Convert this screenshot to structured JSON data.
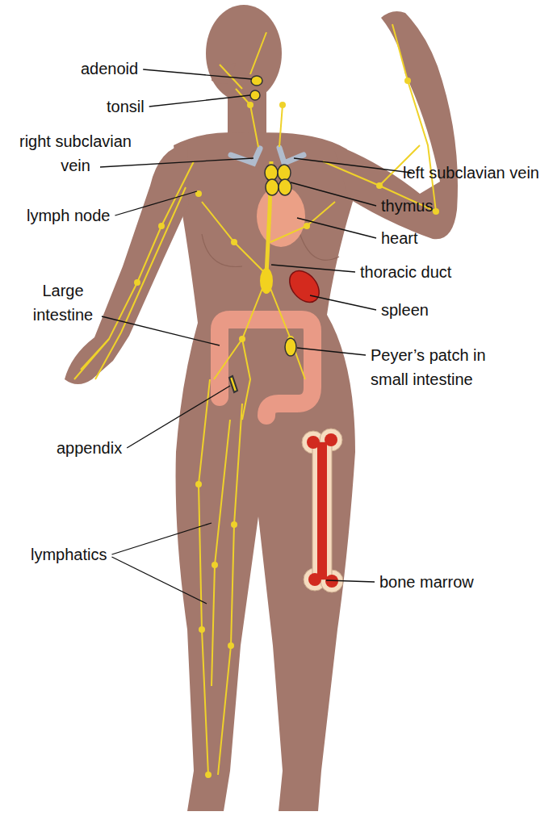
{
  "diagram": {
    "labels": [
      "adenoid",
      "tonsil",
      "right subclavian vein",
      "left subclavian vein",
      "lymph node",
      "thymus",
      "heart",
      "thoracic duct",
      "Large intestine",
      "spleen",
      "Peyer’s patch in small intestine",
      "appendix",
      "lymphatics",
      "bone marrow"
    ]
  }
}
